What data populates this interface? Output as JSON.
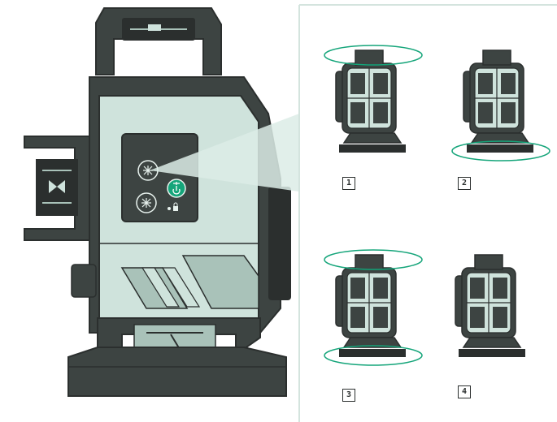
{
  "colors": {
    "body_light": "#cfe3dc",
    "body_mid": "#a9c2b9",
    "body_dark": "#3d4442",
    "outline": "#2b2f2e",
    "laser_green": "#15a57a",
    "callout": "#dcece6",
    "panel_border": "#d4e4de"
  },
  "icons": {
    "mode_button": "laser-cross-icon",
    "second_button": "laser-cross-icon",
    "power_button": "power-icon",
    "lock_indicator": "padlock-icon"
  },
  "modes": [
    {
      "number": "1",
      "planes": [
        "top"
      ]
    },
    {
      "number": "2",
      "planes": [
        "bottom"
      ]
    },
    {
      "number": "3",
      "planes": [
        "top",
        "bottom"
      ]
    },
    {
      "number": "4",
      "planes": []
    }
  ]
}
